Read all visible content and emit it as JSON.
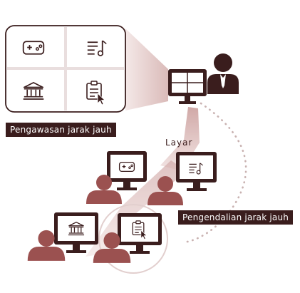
{
  "labels": {
    "remote_monitoring": "Pengawasan jarak jauh",
    "screen": "Layar",
    "remote_control": "Pengendalian jarak jauh"
  },
  "colors": {
    "dark": "#3a1d1d",
    "accent": "#9b5150",
    "beam": "#d9b8b6",
    "panel_divider": "#e9dede",
    "dotted": "#c9b2b1"
  },
  "icons": [
    "gamepad-icon",
    "music-list-icon",
    "bank-icon",
    "clipboard-cursor-icon"
  ]
}
